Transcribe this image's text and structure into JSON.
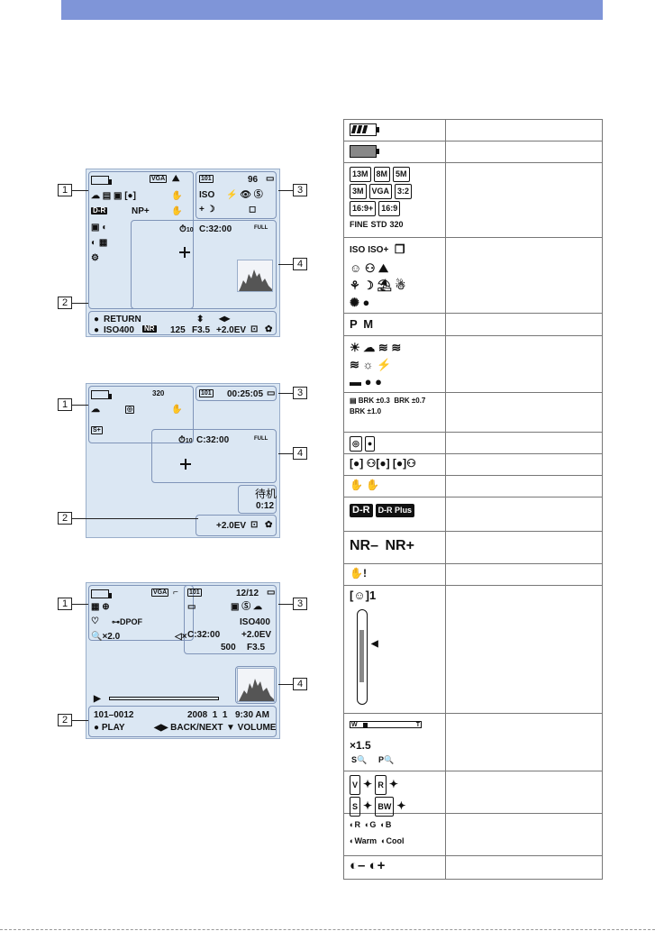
{
  "screens": {
    "rec_still": {
      "callouts": [
        "1",
        "2",
        "3",
        "4"
      ],
      "top_left": [
        "VGA"
      ],
      "top_right": {
        "folder": "101",
        "count": "96"
      },
      "left_icons": [
        "NP+",
        "D-R"
      ],
      "right_icons": [
        "ISO",
        "ON"
      ],
      "timer": "C:32:00",
      "self_timer": "10",
      "flash": "FULL",
      "bottom_row1": {
        "dot": "●",
        "return": "RETURN",
        "updown": "⬍",
        "leftright": "◀▶"
      },
      "bottom_row2": {
        "dot": "●",
        "iso": "ISO400",
        "nr": "NR",
        "shutter": "125",
        "aperture": "F3.5",
        "ev": "+2.0EV"
      }
    },
    "rec_movie": {
      "callouts": [
        "1",
        "2",
        "3",
        "4"
      ],
      "quality": "320",
      "folder": "101",
      "time": "00:25:05",
      "timer": "C:32:00",
      "self_timer": "10",
      "flash": "FULL",
      "standby": "待机",
      "elapsed": "0:12",
      "ev": "+2.0EV"
    },
    "playback": {
      "callouts": [
        "1",
        "2",
        "3",
        "4"
      ],
      "top_left": [
        "VGA"
      ],
      "folder": "101",
      "count": "12/12",
      "dpof": "DPOF",
      "zoom": "×2.0",
      "iso": "ISO400",
      "timer": "C:32:00",
      "ev": "+2.0EV",
      "shutter": "500",
      "aperture": "F3.5",
      "file": "101–0012",
      "date": "2008  1  1",
      "clock": "9:30 AM",
      "play": "● PLAY",
      "backnext": "◀▶ BACK/NEXT",
      "volume": "▼ VOLUME"
    }
  },
  "table": {
    "sizes": [
      "13M",
      "8M",
      "5M",
      "3M",
      "VGA",
      "3:2",
      "16:9+",
      "16:9",
      "FINE",
      "STD",
      "320"
    ],
    "scenes": [
      "ISO",
      "ISO+"
    ],
    "modes": [
      "P",
      "M"
    ],
    "bracket": [
      "BRK ±0.3",
      "BRK ±0.7",
      "BRK ±1.0"
    ],
    "dro": [
      "D-R",
      "D-R Plus"
    ],
    "nr": [
      "NR–",
      "NR+"
    ],
    "smile": "1",
    "zoom": [
      "W",
      "T",
      "×1.5",
      "S",
      "P"
    ],
    "color_filters": [
      "V",
      "R",
      "S",
      "BW"
    ],
    "tone": [
      "R",
      "G",
      "B",
      "Warm",
      "Cool"
    ]
  }
}
